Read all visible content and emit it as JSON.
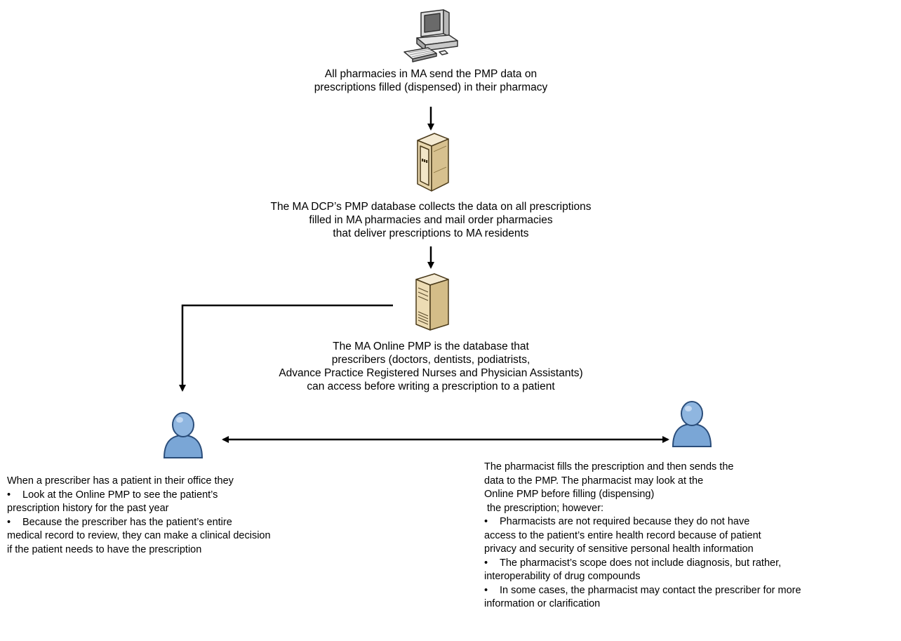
{
  "step1": {
    "text_lines": [
      "All pharmacies in MA send the PMP data on",
      "prescriptions filled (dispensed) in their pharmacy"
    ]
  },
  "step2": {
    "text_lines": [
      "The MA DCP’s PMP database collects the data on all prescriptions",
      "filled in MA pharmacies and mail order pharmacies",
      "that deliver prescriptions to MA residents"
    ]
  },
  "step3": {
    "text_lines": [
      "The MA Online PMP is the database that",
      "prescribers (doctors, dentists, podiatrists,",
      "Advance Practice Registered Nurses and Physician Assistants)",
      "can access before writing a prescription to a patient"
    ]
  },
  "prescriber": {
    "intro": "When a prescriber has a patient in their office they",
    "bullet1_lines": [
      "Look at the Online PMP to see the patient’s",
      "prescription history for the past year"
    ],
    "bullet2_lines": [
      "Because the prescriber has the patient’s entire",
      "medical record to review, they can make a clinical decision",
      "if the patient needs to have the prescription"
    ]
  },
  "pharmacist": {
    "intro_lines": [
      "The pharmacist fills the prescription and then sends the",
      "data to the PMP. The pharmacist may look at the",
      "Online PMP before filling (dispensing)",
      " the prescription; however:"
    ],
    "bullet1_lines": [
      "Pharmacists are not required because they do not have",
      "access to the patient’s entire health record because of patient",
      "privacy and security of sensitive personal health information"
    ],
    "bullet2_lines": [
      "The pharmacist’s scope does not include diagnosis, but rather,",
      "interoperability of drug compounds"
    ],
    "bullet3_lines": [
      "In some cases, the pharmacist may contact the prescriber for more",
      "information or clarification"
    ]
  },
  "bullet_char": "•",
  "colors": {
    "person_fill": "#7aa6d6",
    "person_stroke": "#2a4d7a",
    "server_fill": "#efe2c4",
    "server_stroke": "#5a4a2a",
    "arrow": "#000000"
  }
}
